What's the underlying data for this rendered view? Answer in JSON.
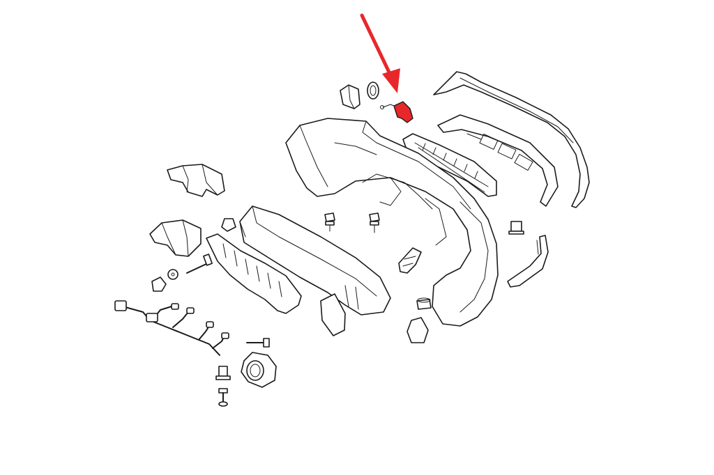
{
  "diagram": {
    "highlight_color": "#e8272b",
    "line_color": "#1a1a1a",
    "background": "#ffffff",
    "parts": [
      {
        "id": "outer-trim-strip"
      },
      {
        "id": "diffuser-insert"
      },
      {
        "id": "lower-grille"
      },
      {
        "id": "bumper-cover"
      },
      {
        "id": "tow-hook-cover"
      },
      {
        "id": "tow-hook-cap"
      },
      {
        "id": "sensor-ring"
      },
      {
        "id": "left-mount-bracket-upper"
      },
      {
        "id": "left-mount-bracket-lower"
      },
      {
        "id": "impact-absorber-bar"
      },
      {
        "id": "energy-absorber-foam"
      },
      {
        "id": "reflector-cover"
      },
      {
        "id": "wiring-harness"
      },
      {
        "id": "parking-sensor-holder"
      },
      {
        "id": "side-trim-strip"
      },
      {
        "id": "small-bracket"
      },
      {
        "id": "clips-and-screws"
      }
    ]
  }
}
